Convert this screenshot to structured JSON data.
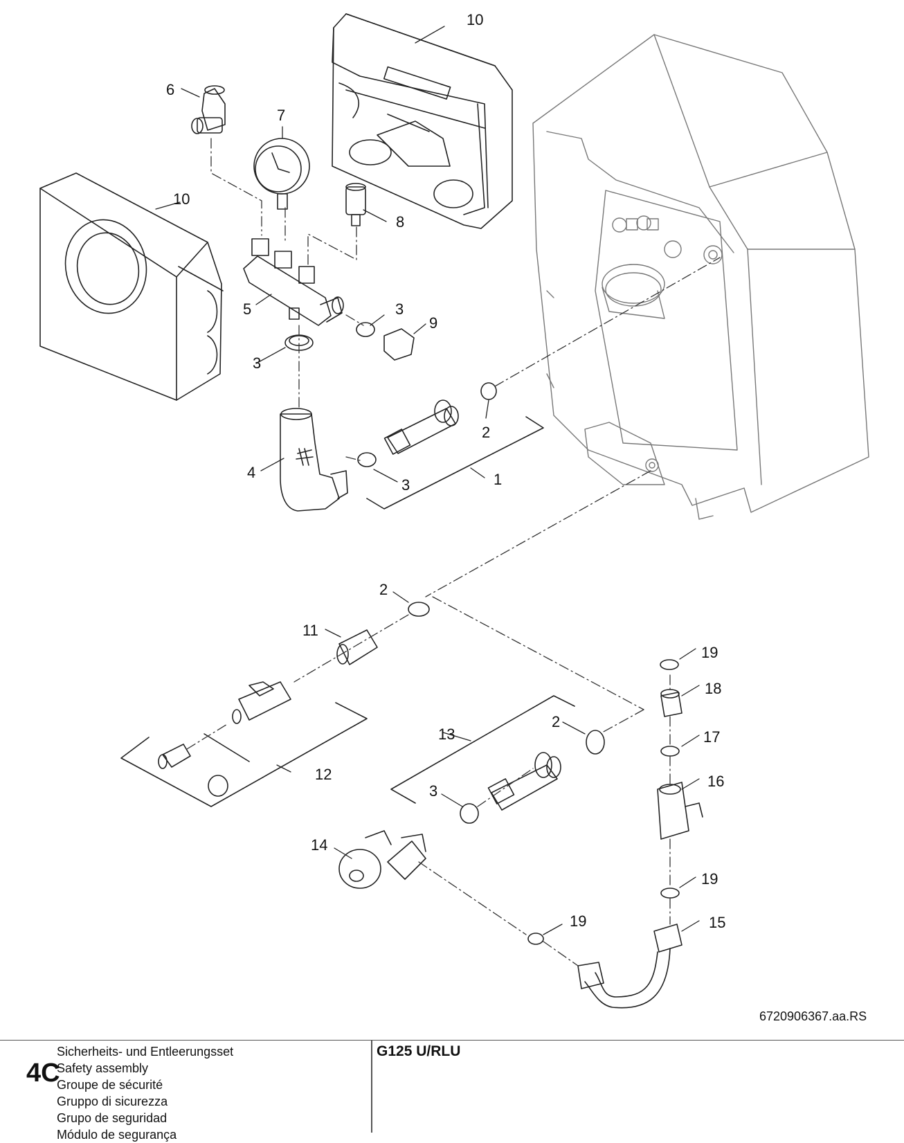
{
  "drawing_reference": "6720906367.aa.RS",
  "section": {
    "code": "4C",
    "titles": [
      "Sicherheits- und Entleerungsset",
      "Safety assembly",
      "Groupe de sécurité",
      "Gruppo di sicurezza",
      "Grupo de seguridad",
      "Módulo de segurança"
    ],
    "model": "G125 U/RLU"
  },
  "callouts": [
    "1",
    "2",
    "3",
    "4",
    "5",
    "6",
    "7",
    "8",
    "9",
    "10",
    "11",
    "12",
    "13",
    "14",
    "15",
    "16",
    "17",
    "18",
    "19"
  ]
}
